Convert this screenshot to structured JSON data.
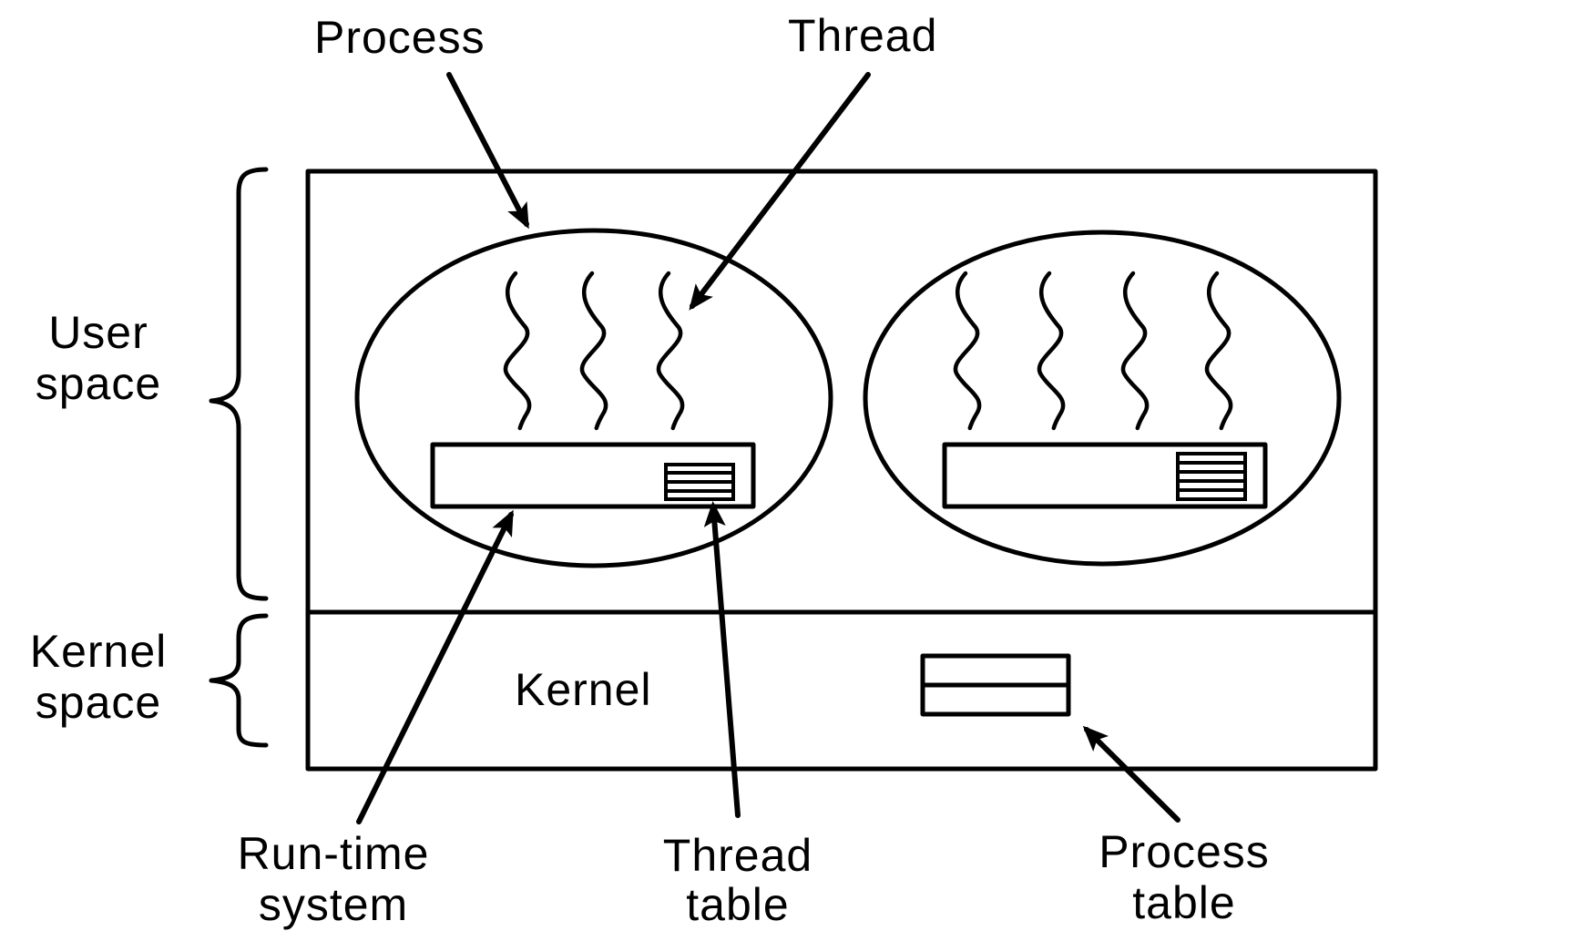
{
  "labels": {
    "process_top": "Process",
    "thread_top": "Thread",
    "user_space": [
      "User",
      "space"
    ],
    "kernel_space": [
      "Kernel",
      "space"
    ],
    "kernel": "Kernel",
    "runtime_system": [
      "Run-time",
      "system"
    ],
    "thread_table": [
      "Thread",
      "table"
    ],
    "process_table": [
      "Process",
      "table"
    ]
  },
  "structure": {
    "processes": [
      {
        "threads": 3
      },
      {
        "threads": 4
      }
    ]
  },
  "colors": {
    "stroke": "#000000",
    "background": "#ffffff"
  }
}
